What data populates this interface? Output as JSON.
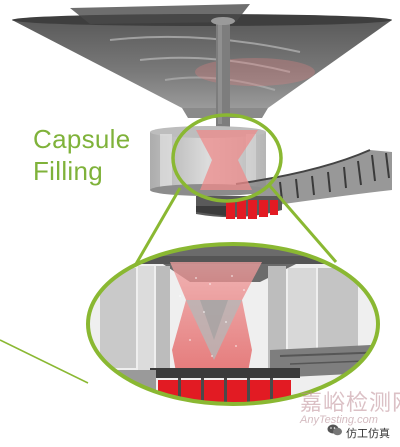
{
  "caption": {
    "line1": "Capsule",
    "line2": "Filling"
  },
  "watermark": {
    "chinese": "嘉峪检测网",
    "english": "AnyTesting.com"
  },
  "wechat": {
    "account": "仿工仿真",
    "icon": "wechat-icon"
  },
  "colors": {
    "accent_green": "#8ab832",
    "caption_green": "#7fb23a",
    "powder_red": "#e0403e",
    "capsule_red": "#e21b23",
    "machine_gray": "#8f8f8f",
    "background": "#ffffff"
  }
}
